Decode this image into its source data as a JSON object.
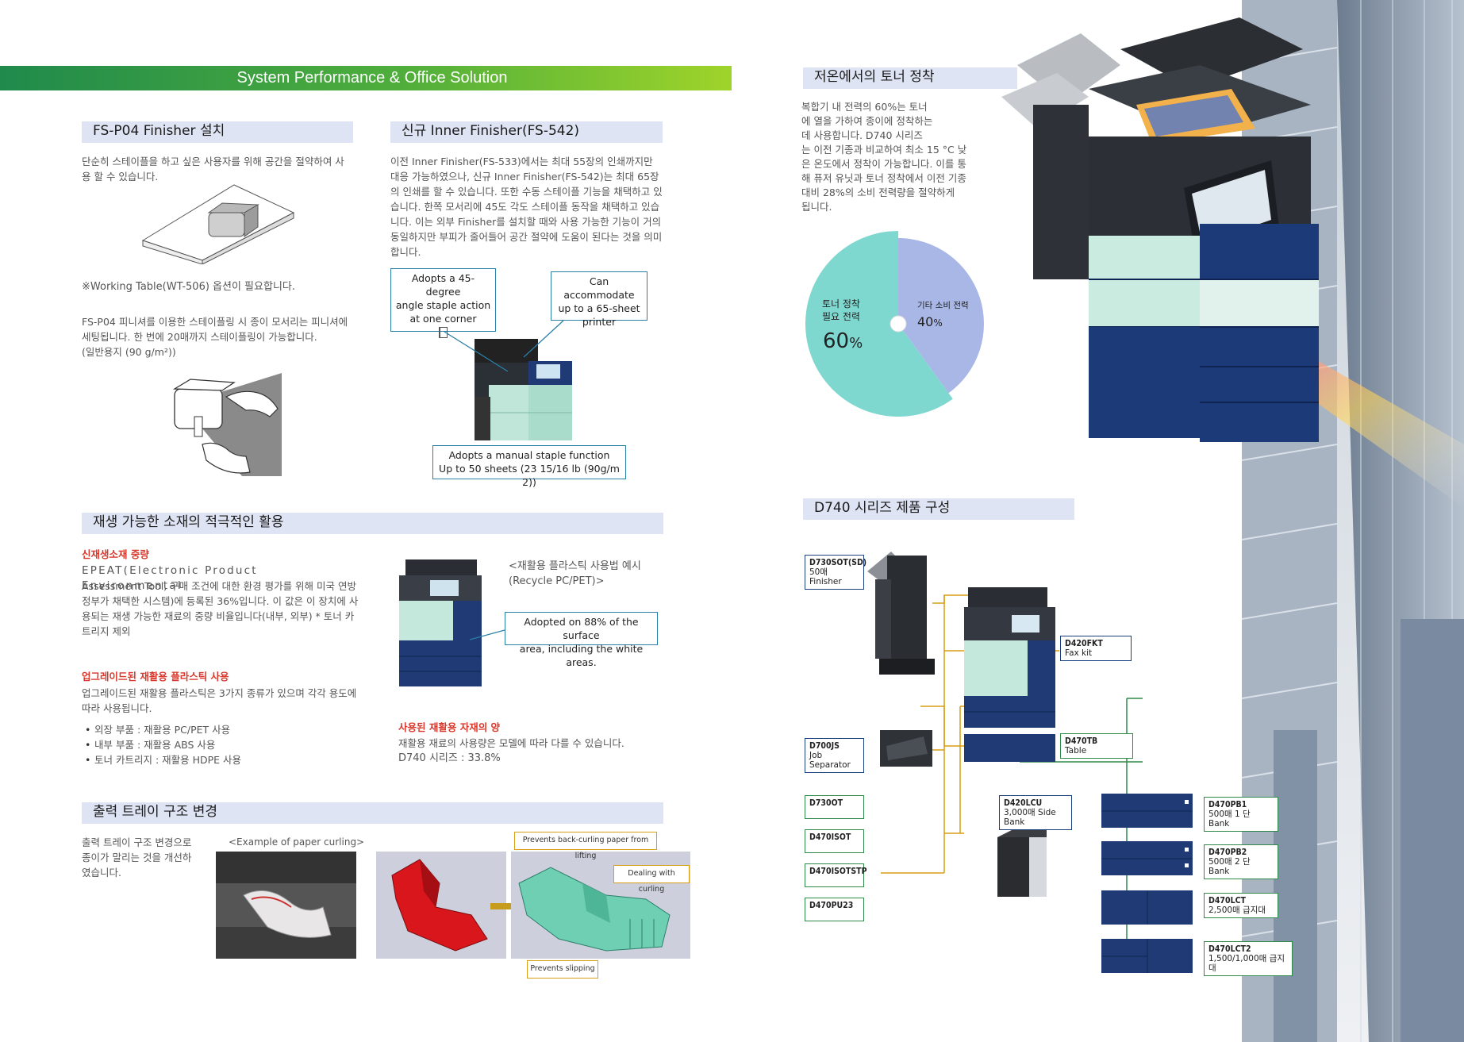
{
  "banner": {
    "title": "System Performance & Office Solution"
  },
  "fs_p04": {
    "heading": "FS-P04 Finisher 설치",
    "desc": "단순히 스테이플을 하고 싶은 사용자를 위해 공간을 절약하여 사용 할 수 있습니다.",
    "note": "※Working Table(WT-506) 옵션이 필요합니다.",
    "detail_1": "FS-P04 피니셔를 이용한 스테이플링 시 종이 모서리는 피니셔에",
    "detail_2": "세팅됩니다. 한 번에 20매까지 스테이플링이 가능합니다.",
    "detail_3": "(일반용지 (90 g/m²))"
  },
  "fs_542": {
    "heading": "신규 Inner Finisher(FS-542)",
    "desc": "이전 Inner Finisher(FS-533)에서는 최대 55장의 인쇄까지만 대응 가능하였으나, 신규 Inner Finisher(FS-542)는 최대 65장의 인쇄를 할 수 있습니다. 또한 수동 스테이플 기능을 채택하고 있습니다. 한쪽 모서리에 45도 각도 스테이플 동작을 채택하고 있습니다. 이는 외부 Finisher를 설치할 때와 사용 가능한 기능이 거의 동일하지만 부피가 줄어들어 공간 절약에 도움이 된다는 것을 의미합니다.",
    "callout_staple_1": "Adopts a 45- degree",
    "callout_staple_2": "angle staple action",
    "callout_staple_3": "at one corner",
    "callout_sheet_1": "Can accommodate",
    "callout_sheet_2": "up to a 65-sheet",
    "callout_sheet_3": "printer",
    "callout_manual_1": "Adopts a manual staple function",
    "callout_manual_2": "Up to 50 sheets (23 15/16 lb (90g/m 2))"
  },
  "recycle": {
    "heading": "재생 가능한 소재의 적극적인 활용",
    "sub1": "신재생소재 중량",
    "epeat_1": "EPEAT(Electronic Product Environmental",
    "epeat_2": "Assessment Tool, 구매 조건에 대한 환경 평가를 위해 미국 연방",
    "epeat_3": "정부가 채택한 시스템)에 등록된 36%입니다. 이 값은 이 장치에 사",
    "epeat_4": "용되는 재생 가능한 재료의 중량 비율입니다(내부, 외부) * 토너 카",
    "epeat_5": "트리지 제외",
    "sub2": "업그레이드된 재활용 플라스틱 사용",
    "upgrade_1": "업그레이드된 재활용 플라스틱은 3가지 종류가 있으며 각각 용도에",
    "upgrade_2": "따라 사용됩니다.",
    "bullets": [
      "외장 부품 : 재활용 PC/PET 사용",
      "내부 부품 : 재활용 ABS 사용",
      "토너 카트리지 : 재활용 HDPE 사용"
    ],
    "example_1": "<재활용 플라스틱 사용법 예시",
    "example_2": "(Recycle PC/PET)>",
    "callout_1": "Adopted on 88% of the surface",
    "callout_2": "area, including the white areas.",
    "sub3": "사용된 재활용 자재의 양",
    "amount_1": "재활용 재료의 사용량은 모델에 따라 다를 수 있습니다.",
    "amount_2": "D740 시리즈 : 33.8%"
  },
  "tray": {
    "heading": "출력 트레이 구조 변경",
    "desc_1": "출력 트레이 구조 변경으로",
    "desc_2": "종이가 말리는 것을 개선하",
    "desc_3": "였습니다.",
    "example": "<Example of paper curling>",
    "callout_lift": "Prevents back-curling paper from lifting",
    "callout_curl": "Dealing with curling",
    "callout_slip": "Prevents slipping"
  },
  "toner": {
    "heading": "저온에서의 토너 정착",
    "desc_1": "복합기 내 전력의 60%는 토너",
    "desc_2": "에 열을 가하여 종이에 정착하는",
    "desc_3": "데 사용합니다. D740 시리즈",
    "desc_4": "는 이전 기종과 비교하여 최소 15 °C 낮",
    "desc_5": "은 온도에서 정착이 가능합니다. 이를 통",
    "desc_6": "해 퓨저 유닛과 토너 정착에서 이전 기종",
    "desc_7": "대비 28%의 소비 전력량을 절약하게",
    "desc_8": "됩니다."
  },
  "chart_data": {
    "type": "pie",
    "categories": [
      "토너 정착 필요 전력",
      "기타 소비 전력"
    ],
    "values": [
      60,
      40
    ],
    "label_a_1": "토너 정착",
    "label_a_2": "필요 전력",
    "value_a": "60",
    "label_b": "기타 소비 전력",
    "value_b": "40",
    "unit": "%",
    "colors": [
      "#7fd8d0",
      "#a9b7e6"
    ]
  },
  "lineup": {
    "heading": "D740 시리즈 제품 구성",
    "items": {
      "d730sot": {
        "code": "D730SOT(SD)",
        "desc": "50매 Finisher"
      },
      "d700js": {
        "code": "D700JS",
        "desc": "Job Separator"
      },
      "d730ot": {
        "code": "D730OT"
      },
      "d470isot": {
        "code": "D470ISOT"
      },
      "d470isotstp": {
        "code": "D470ISOTSTP"
      },
      "d470pu23": {
        "code": "D470PU23"
      },
      "d420fkt": {
        "code": "D420FKT",
        "desc": "Fax kit"
      },
      "d470tb": {
        "code": "D470TB",
        "desc": "Table"
      },
      "d420lcu": {
        "code": "D420LCU",
        "desc": "3,000매 Side Bank"
      },
      "d470pb1": {
        "code": "D470PB1",
        "desc": "500매 1 단 Bank"
      },
      "d470pb2": {
        "code": "D470PB2",
        "desc": "500매 2 단 Bank"
      },
      "d470lct": {
        "code": "D470LCT",
        "desc": "2,500매 급지대"
      },
      "d470lct2": {
        "code": "D470LCT2",
        "desc": "1,500/1,000매 급지대"
      }
    }
  },
  "colors": {
    "banner_start": "#1f8a4c",
    "banner_end": "#9fd42a",
    "section_bar": "#dfe4f4",
    "callout_blue": "#2b7fa6",
    "callout_yellow": "#d89e14",
    "accent_red": "#d9382c",
    "navy": "#1a3f7f"
  }
}
